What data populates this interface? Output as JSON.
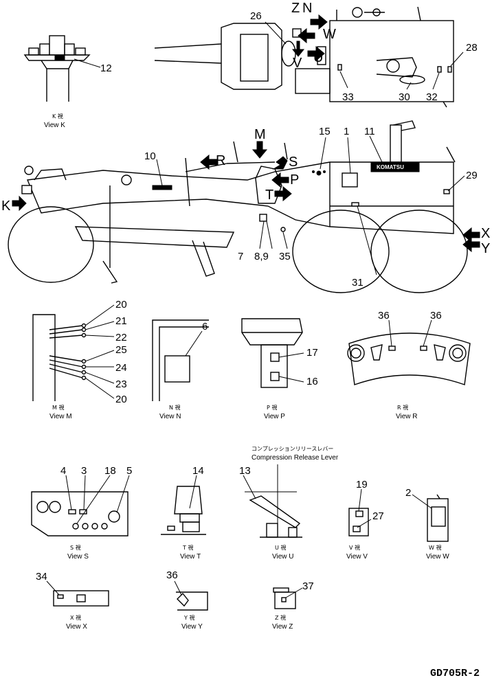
{
  "diagram_code": "GD705R-2",
  "brand_plate": "KOMATSU",
  "view_letters": {
    "k": "K",
    "m": "M",
    "r": "R",
    "s": "S",
    "p": "P",
    "t": "T",
    "x": "X",
    "y": "Y",
    "z": "Z",
    "n": "N",
    "w": "W",
    "v": "V",
    "u": "U"
  },
  "callouts": {
    "c1": "1",
    "c2": "2",
    "c3": "3",
    "c4": "4",
    "c5": "5",
    "c6": "6",
    "c7": "7",
    "c89": "8,9",
    "c10": "10",
    "c11": "11",
    "c12": "12",
    "c13": "13",
    "c14": "14",
    "c15": "15",
    "c16": "16",
    "c17": "17",
    "c18": "18",
    "c19": "19",
    "c20": "20",
    "c21": "21",
    "c22": "22",
    "c23": "23",
    "c24": "24",
    "c25": "25",
    "c26": "26",
    "c27": "27",
    "c28": "28",
    "c29": "29",
    "c30": "30",
    "c31": "31",
    "c32": "32",
    "c33": "33",
    "c34": "34",
    "c35": "35",
    "c36": "36",
    "c37": "37"
  },
  "captions": {
    "k": {
      "jp": "K 視",
      "en": "View K"
    },
    "m": {
      "jp": "M 視",
      "en": "View M"
    },
    "n": {
      "jp": "N 視",
      "en": "View N"
    },
    "p": {
      "jp": "P 視",
      "en": "View P"
    },
    "r": {
      "jp": "R 視",
      "en": "View R"
    },
    "s": {
      "jp": "S 視",
      "en": "View S"
    },
    "t": {
      "jp": "T 視",
      "en": "View T"
    },
    "u": {
      "jp": "U 視",
      "en": "View U"
    },
    "v": {
      "jp": "V 視",
      "en": "View V"
    },
    "w": {
      "jp": "W 視",
      "en": "View W"
    },
    "x": {
      "jp": "X 視",
      "en": "View X"
    },
    "y": {
      "jp": "Y 視",
      "en": "View Y"
    },
    "z": {
      "jp": "Z 視",
      "en": "View Z"
    }
  },
  "compression_release": {
    "jp": "コンプレッションリリースレバー",
    "en": "Compression Release Lever"
  }
}
